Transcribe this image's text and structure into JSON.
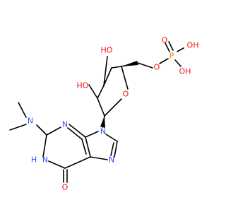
{
  "colors": {
    "bond": "#000000",
    "oxygen": "#ff0d0d",
    "nitrogen": "#3050f8",
    "phosphorus": "#ff8000",
    "background": "#ffffff"
  },
  "atoms": {
    "o_ribose_ring": "O",
    "o_ester": "O",
    "p": "P",
    "o_double": "O",
    "oh_top": "OH",
    "oh_bottom": "OH",
    "ho_c3": "HO",
    "ho_c2": "HO",
    "n9": "N",
    "n7": "N",
    "n3": "N",
    "n_dimethyl": "N",
    "nh_1": "N",
    "nh_1_h": "H",
    "o6": "O"
  }
}
